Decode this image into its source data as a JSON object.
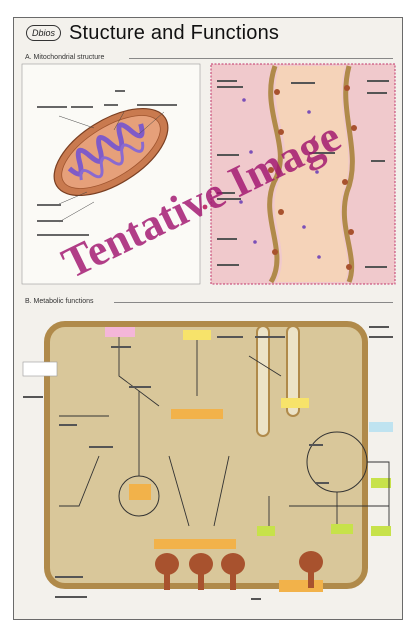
{
  "header": {
    "logo": "Dbios",
    "title": "Stucture and Functions"
  },
  "section_a": {
    "label": "A. Mitochondrial structure"
  },
  "section_b": {
    "label": "B. Metabolic functions"
  },
  "watermark": "Tentative Image",
  "colors": {
    "matrix": "#d9c79a",
    "membrane": "#b08a4a",
    "pink_panel": "#f0c9cc",
    "cristae": "#8a6ad0",
    "atp_synthase": "#a8522e",
    "yellow_box": "#f7e36a",
    "orange_box": "#f2b24a",
    "watermark": "#a0146e"
  }
}
